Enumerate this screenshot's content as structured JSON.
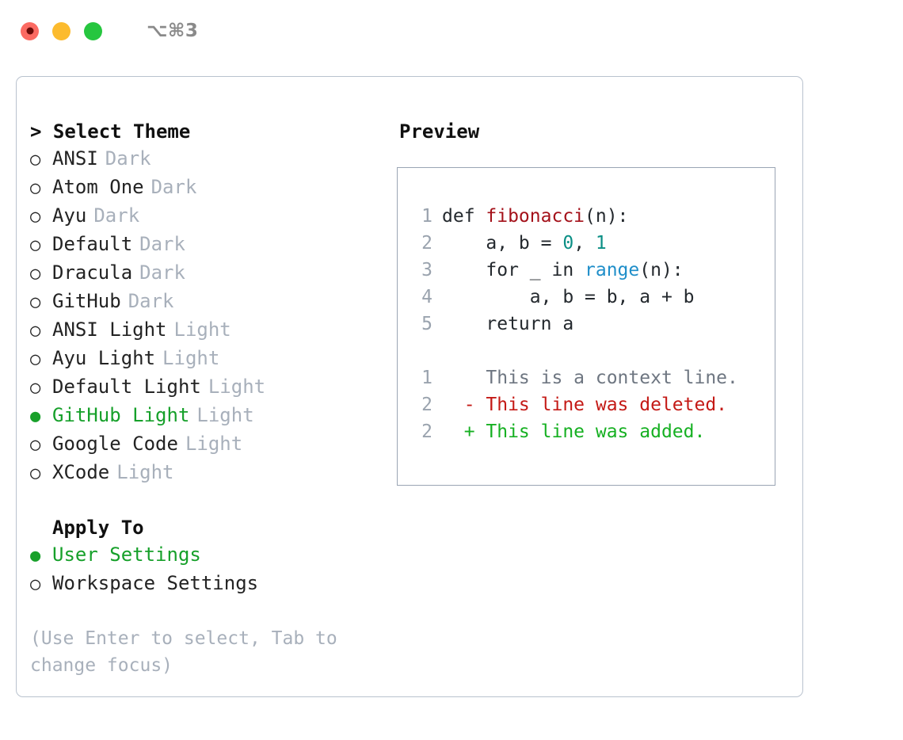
{
  "titlebar": {
    "shortcut": "⌥⌘3",
    "dots": [
      {
        "name": "close",
        "color": "#fb6a62"
      },
      {
        "name": "minimize",
        "color": "#fcbb2e"
      },
      {
        "name": "maximize",
        "color": "#26c63f"
      }
    ]
  },
  "theme_section": {
    "title": "> Select Theme",
    "options": [
      {
        "marker": "○",
        "label": "ANSI",
        "tag": "Dark",
        "selected": false
      },
      {
        "marker": "○",
        "label": "Atom One",
        "tag": "Dark",
        "selected": false
      },
      {
        "marker": "○",
        "label": "Ayu",
        "tag": "Dark",
        "selected": false
      },
      {
        "marker": "○",
        "label": "Default",
        "tag": "Dark",
        "selected": false
      },
      {
        "marker": "○",
        "label": "Dracula",
        "tag": "Dark",
        "selected": false
      },
      {
        "marker": "○",
        "label": "GitHub",
        "tag": "Dark",
        "selected": false
      },
      {
        "marker": "○",
        "label": "ANSI Light",
        "tag": "Light",
        "selected": false
      },
      {
        "marker": "○",
        "label": "Ayu Light",
        "tag": "Light",
        "selected": false
      },
      {
        "marker": "○",
        "label": "Default Light",
        "tag": "Light",
        "selected": false
      },
      {
        "marker": "●",
        "label": "GitHub Light",
        "tag": "Light",
        "selected": true
      },
      {
        "marker": "○",
        "label": "Google Code",
        "tag": "Light",
        "selected": false
      },
      {
        "marker": "○",
        "label": "XCode",
        "tag": "Light",
        "selected": false
      }
    ]
  },
  "apply_section": {
    "title": "Apply To",
    "options": [
      {
        "marker": "●",
        "label": "User Settings",
        "selected": true
      },
      {
        "marker": "○",
        "label": "Workspace Settings",
        "selected": false
      }
    ]
  },
  "hint": "(Use Enter to select, Tab to change focus)",
  "preview": {
    "title": "Preview",
    "code_lines": [
      {
        "no": "1",
        "parts": [
          {
            "t": "def ",
            "c": "plain"
          },
          {
            "t": "fibonacci",
            "c": "fn"
          },
          {
            "t": "(n):",
            "c": "plain"
          }
        ]
      },
      {
        "no": "2",
        "parts": [
          {
            "t": "    a, b = ",
            "c": "plain"
          },
          {
            "t": "0",
            "c": "num"
          },
          {
            "t": ", ",
            "c": "plain"
          },
          {
            "t": "1",
            "c": "num"
          }
        ]
      },
      {
        "no": "3",
        "parts": [
          {
            "t": "    for _ in ",
            "c": "plain"
          },
          {
            "t": "range",
            "c": "call"
          },
          {
            "t": "(n):",
            "c": "plain"
          }
        ]
      },
      {
        "no": "4",
        "parts": [
          {
            "t": "        a, b = b, a + b",
            "c": "plain"
          }
        ]
      },
      {
        "no": "5",
        "parts": [
          {
            "t": "    return a",
            "c": "plain"
          }
        ]
      }
    ],
    "diff_lines": [
      {
        "no": "1",
        "marker": "  ",
        "text": "This is a context line.",
        "kind": "ctx"
      },
      {
        "no": "2",
        "marker": "- ",
        "text": "This line was deleted.",
        "kind": "del"
      },
      {
        "no": "2",
        "marker": "+ ",
        "text": "This line was added.",
        "kind": "add"
      }
    ]
  }
}
